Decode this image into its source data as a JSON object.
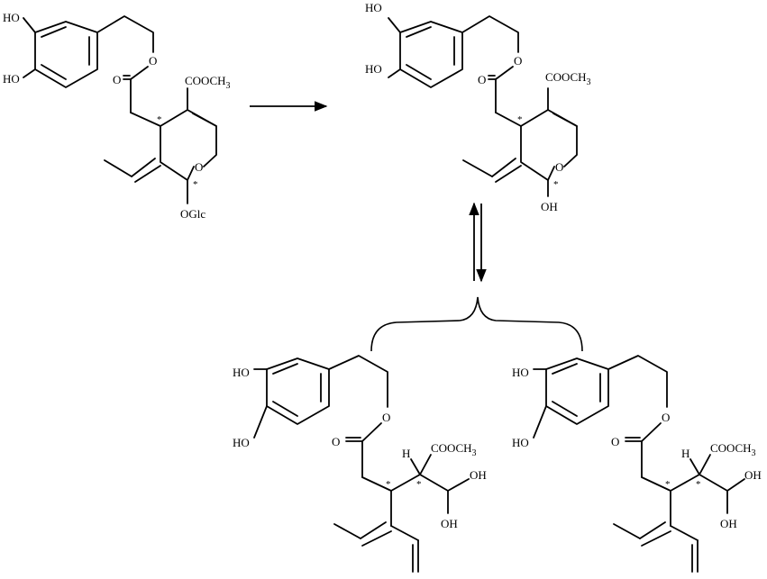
{
  "labels": {
    "ho": "HO",
    "oh": "OH",
    "o": "O",
    "h": "H",
    "cooch3": "COOCH",
    "subscript3": "3",
    "ooch3": "COOCH3",
    "oglc": "OGlc",
    "star": "*"
  }
}
